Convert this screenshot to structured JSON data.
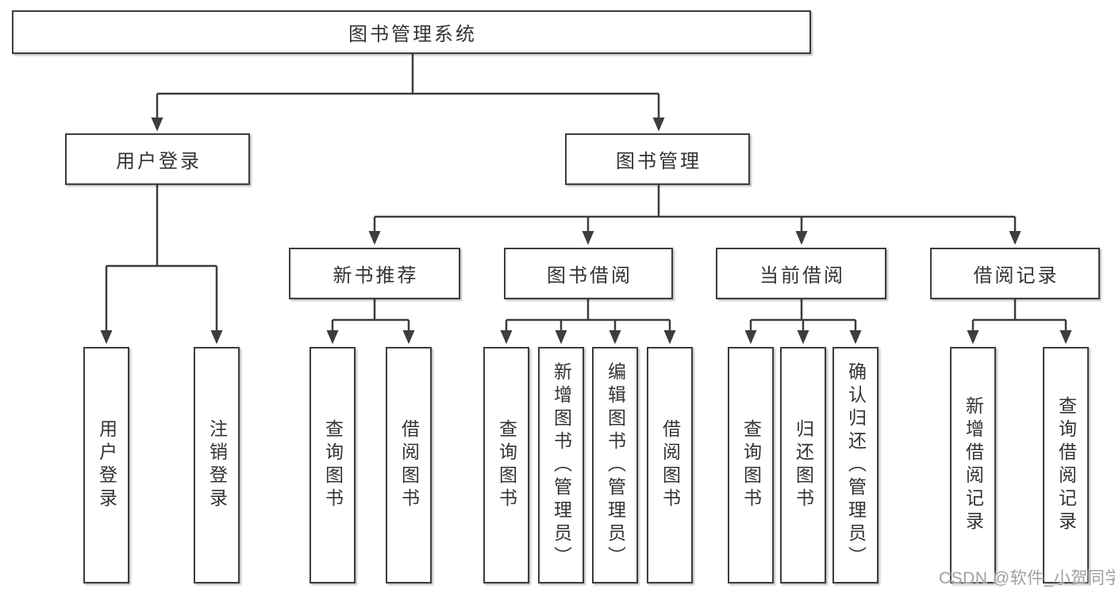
{
  "diagram": {
    "root": {
      "label": "图书管理系统"
    },
    "level2": [
      {
        "label": "用户登录"
      },
      {
        "label": "图书管理"
      }
    ],
    "level3": [
      {
        "label": "新书推荐",
        "parent": "图书管理"
      },
      {
        "label": "图书借阅",
        "parent": "图书管理"
      },
      {
        "label": "当前借阅",
        "parent": "图书管理"
      },
      {
        "label": "借阅记录",
        "parent": "图书管理"
      }
    ],
    "leaves": [
      {
        "label": "用户登录",
        "parent": "用户登录"
      },
      {
        "label": "注销登录",
        "parent": "用户登录"
      },
      {
        "label": "查询图书",
        "parent": "新书推荐"
      },
      {
        "label": "借阅图书",
        "parent": "新书推荐"
      },
      {
        "label": "查询图书",
        "parent": "图书借阅"
      },
      {
        "label": "新增图书（管理员）",
        "parent": "图书借阅"
      },
      {
        "label": "编辑图书（管理员）",
        "parent": "图书借阅"
      },
      {
        "label": "借阅图书",
        "parent": "图书借阅"
      },
      {
        "label": "查询图书",
        "parent": "当前借阅"
      },
      {
        "label": "归还图书",
        "parent": "当前借阅"
      },
      {
        "label": "确认归还（管理员）",
        "parent": "当前借阅"
      },
      {
        "label": "新增借阅记录",
        "parent": "借阅记录"
      },
      {
        "label": "查询借阅记录",
        "parent": "借阅记录"
      }
    ],
    "watermark": "CSDN @软件_小贺同学",
    "colors": {
      "line": "#3d3d3d",
      "text": "#333333",
      "background": "#ffffff",
      "watermark": "#a0a0a0"
    }
  }
}
